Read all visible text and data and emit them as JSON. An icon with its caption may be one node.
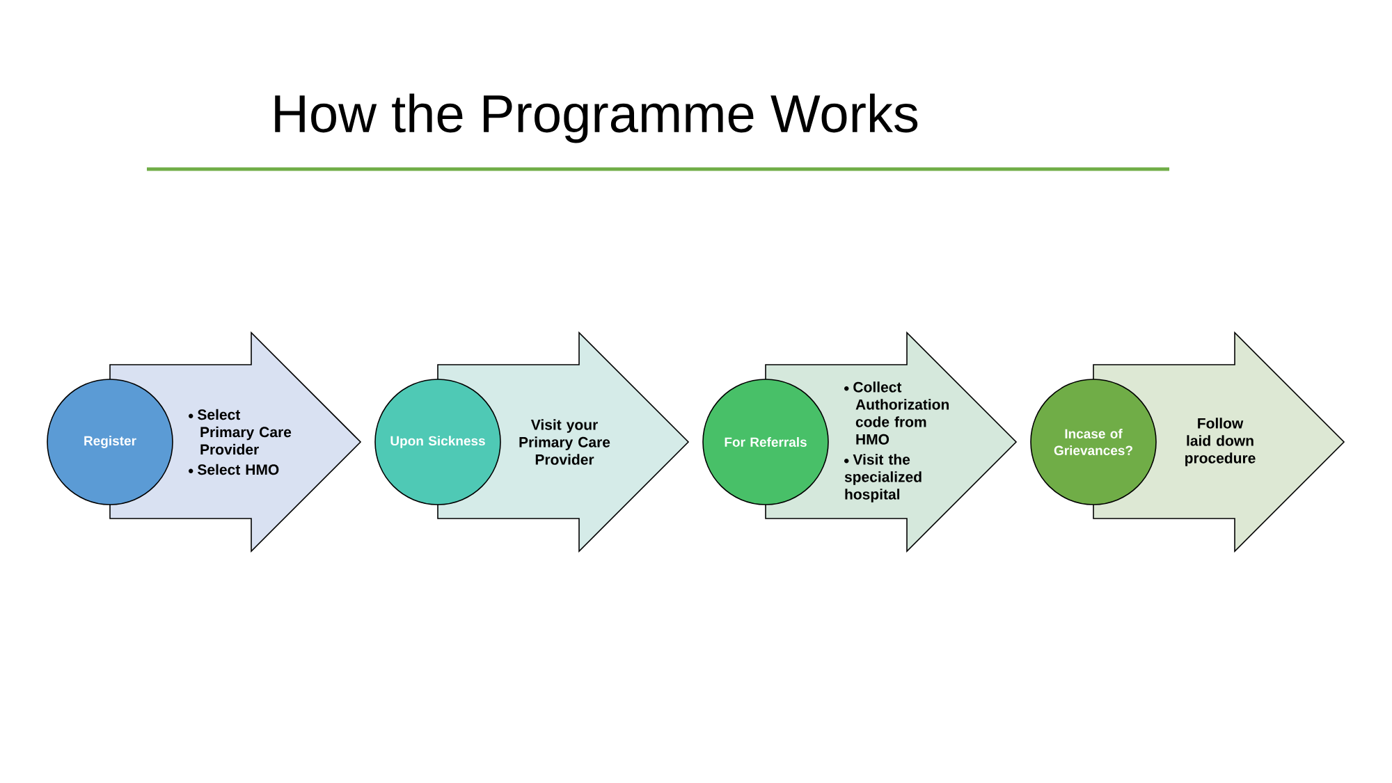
{
  "diagram": {
    "title": "How the Programme Works",
    "nodes": [
      {
        "text": [
          "Register"
        ]
      },
      {
        "text": [
          "Select Primary Care Provider",
          "Select HMO"
        ]
      },
      {
        "text": [
          "Upon Sickness"
        ]
      },
      {
        "text": [
          "Visit your Primary Care Provider"
        ]
      },
      {
        "text": [
          "For Referrals"
        ]
      },
      {
        "text": [
          "Collect Authorization code from HMO",
          "Visit the specialized hospital"
        ]
      },
      {
        "text": [
          "Incase of Grievances?"
        ]
      },
      {
        "text": [
          "Follow laid down procedure"
        ]
      }
    ]
  }
}
